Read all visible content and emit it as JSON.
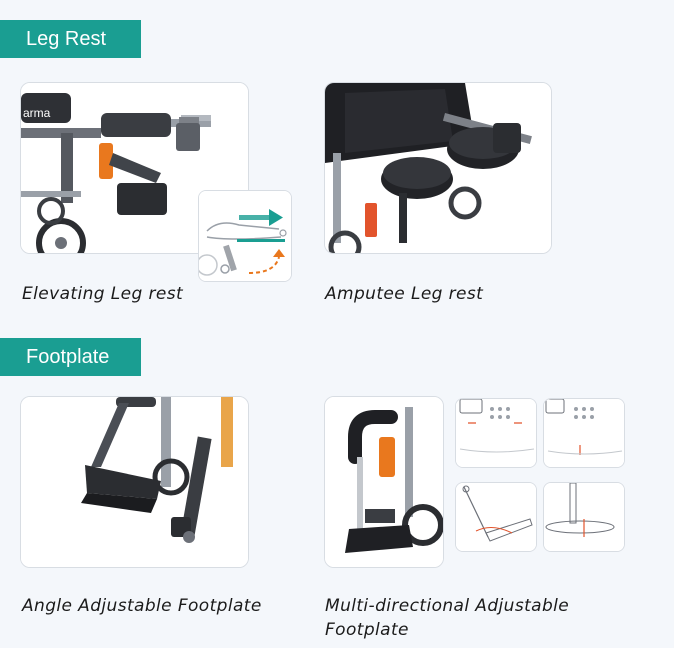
{
  "sections": {
    "leg_rest": {
      "title": "Leg Rest",
      "items": [
        {
          "caption": "Elevating Leg rest",
          "logo_text": "arma"
        },
        {
          "caption": "Amputee Leg rest"
        }
      ]
    },
    "footplate": {
      "title": "Footplate",
      "items": [
        {
          "caption": "Angle Adjustable Footplate"
        },
        {
          "caption": "Multi-directional Adjustable Footplate"
        }
      ]
    }
  },
  "colors": {
    "accent": "#1a9e92",
    "frame": "#3a3d42",
    "orange": "#e9781e",
    "background": "#f4f7fb"
  }
}
